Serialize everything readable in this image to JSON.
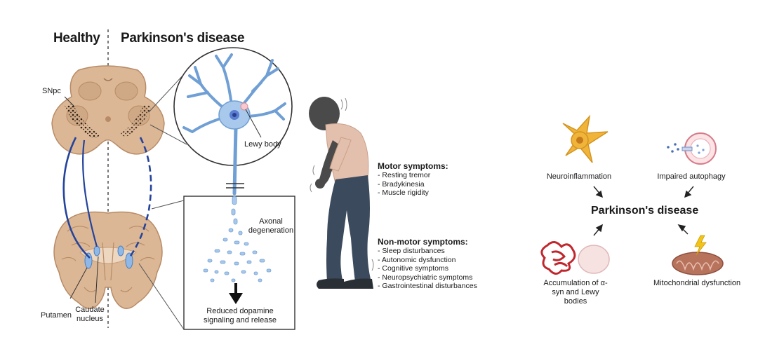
{
  "headers": {
    "healthy": "Healthy",
    "pd": "Parkinson's disease"
  },
  "labels": {
    "snpc": "SNpc",
    "lewy_body": "Lewy body",
    "axonal": "Axonal degeneration",
    "reduced": "Reduced dopamine signaling and release",
    "putamen": "Putamen",
    "caudate": "Caudate nucleus"
  },
  "motor": {
    "title": "Motor symptoms:",
    "items": [
      "- Resting tremor",
      "- Bradykinesia",
      "- Muscle rigidity"
    ]
  },
  "nonmotor": {
    "title": "Non-motor symptoms:",
    "items": [
      "- Sleep disturbances",
      "- Autonomic dysfunction",
      "- Cognitive symptoms",
      "- Neuropsychiatric symptoms",
      "- Gastrointestinal disturbances"
    ]
  },
  "mechanisms": {
    "center": "Parkinson's disease",
    "neuroinflammation": "Neuroinflammation",
    "autophagy": "Impaired autophagy",
    "accumulation": "Accumulation of α-syn and Lewy bodies",
    "mitochondrial": "Mitochondrial dysfunction"
  },
  "colors": {
    "brain_tissue": "#dcb795",
    "brain_dark": "#b88b66",
    "neuron": "#a9c9ec",
    "neuron_stroke": "#6f9fd4",
    "pathway": "#24449c",
    "figure_skin": "#4a4a4a",
    "shirt": "#e3c0ad",
    "pants": "#3b4a5c",
    "astrocyte": "#f0b43a",
    "aggregate": "#c0262d",
    "mito": "#b8735d"
  }
}
